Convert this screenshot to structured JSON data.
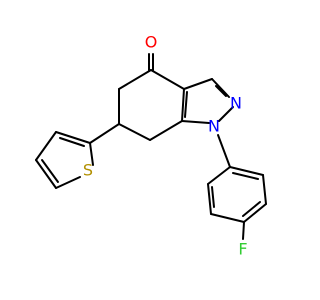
{
  "molecule": {
    "atoms": {
      "oxygen": {
        "symbol": "O",
        "color": "#ff0000"
      },
      "nitrogen_pyrazole": {
        "symbol": "N",
        "color": "#0000ff"
      },
      "nitrogen_substituted": {
        "symbol": "N",
        "color": "#0000ff"
      },
      "sulfur": {
        "symbol": "S",
        "color": "#b29000"
      },
      "fluorine": {
        "symbol": "F",
        "color": "#33cc33"
      }
    }
  }
}
